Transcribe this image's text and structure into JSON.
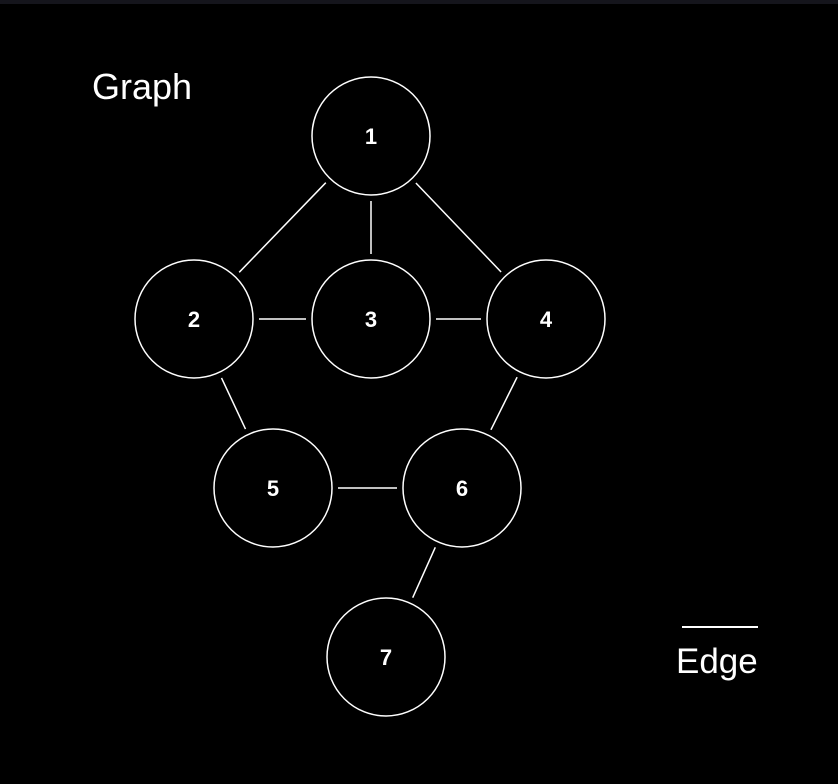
{
  "title": "Graph",
  "legend": {
    "edge_label": "Edge"
  },
  "colors": {
    "background": "#000000",
    "stroke": "#ffffff",
    "text": "#ffffff"
  },
  "nodes": [
    {
      "id": "1",
      "label": "1"
    },
    {
      "id": "2",
      "label": "2"
    },
    {
      "id": "3",
      "label": "3"
    },
    {
      "id": "4",
      "label": "4"
    },
    {
      "id": "5",
      "label": "5"
    },
    {
      "id": "6",
      "label": "6"
    },
    {
      "id": "7",
      "label": "7"
    }
  ],
  "edges": [
    {
      "from": "1",
      "to": "2"
    },
    {
      "from": "1",
      "to": "3"
    },
    {
      "from": "1",
      "to": "4"
    },
    {
      "from": "2",
      "to": "3"
    },
    {
      "from": "3",
      "to": "4"
    },
    {
      "from": "2",
      "to": "5"
    },
    {
      "from": "4",
      "to": "6"
    },
    {
      "from": "5",
      "to": "6"
    },
    {
      "from": "6",
      "to": "7"
    }
  ]
}
